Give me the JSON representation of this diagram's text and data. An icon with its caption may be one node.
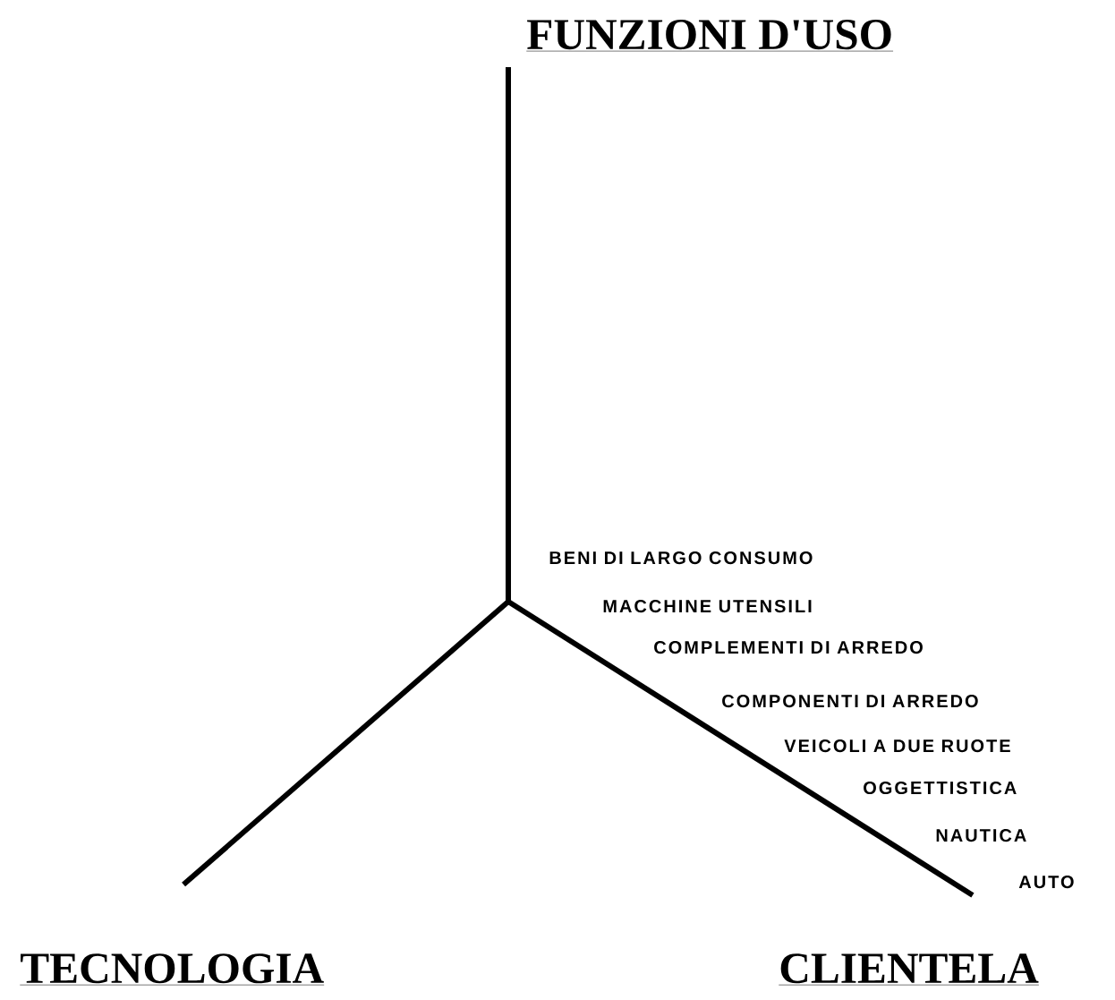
{
  "diagram": {
    "labels": [
      "FUNZIONI D'USO",
      "BENI DI LARGO CONSUMO",
      "MACCHINE UTENSILI",
      "COMPLEMENTI DI ARREDO",
      "COMPONENTI DI ARREDO",
      "VEICOLI A DUE RUOTE",
      "OGGETTISTICA",
      "NAUTICA",
      "AUTO",
      "TECNOLOGIA",
      "CLIENTELA"
    ]
  }
}
